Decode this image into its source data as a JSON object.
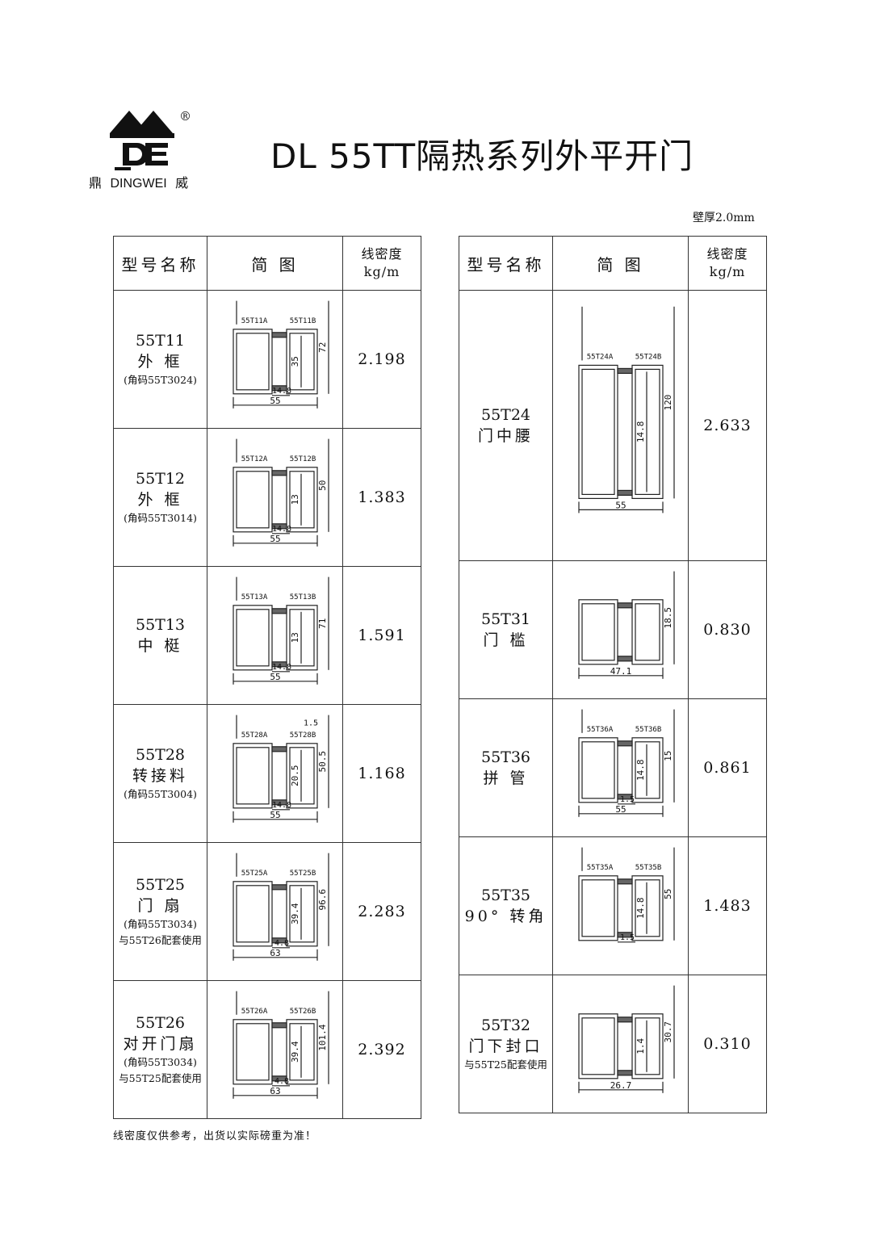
{
  "header": {
    "brand_cn_left": "鼎",
    "brand_en": "DINGWEI",
    "brand_cn_right": "威",
    "registered_mark": "®",
    "title": "DL 55TT隔热系列外平开门",
    "wall_thickness": "壁厚2.0mm"
  },
  "table_headers": {
    "model": "型号名称",
    "diagram": "简 图",
    "density": "线密度",
    "density_unit": "kg/m"
  },
  "left_rows": [
    {
      "code": "55T11",
      "name": "外 框",
      "notes": [
        "(角码55T3024)"
      ],
      "density": "2.198",
      "parts": [
        "55T11A",
        "55T11B"
      ],
      "dims": {
        "width": "55",
        "height": "72",
        "inner": [
          "35",
          "14.8"
        ]
      }
    },
    {
      "code": "55T12",
      "name": "外 框",
      "notes": [
        "(角码55T3014)"
      ],
      "density": "1.383",
      "parts": [
        "55T12A",
        "55T12B"
      ],
      "dims": {
        "width": "55",
        "height": "50",
        "inner": [
          "13",
          "14.8"
        ]
      }
    },
    {
      "code": "55T13",
      "name": "中 梃",
      "notes": [],
      "density": "1.591",
      "parts": [
        "55T13A",
        "55T13B"
      ],
      "dims": {
        "width": "55",
        "height": "71",
        "inner": [
          "13",
          "14.8"
        ]
      }
    },
    {
      "code": "55T28",
      "name": "转接料",
      "notes": [
        "(角码55T3004)"
      ],
      "density": "1.168",
      "parts": [
        "55T28A",
        "55T28B"
      ],
      "dims": {
        "width": "55",
        "height": "50.5",
        "inner": [
          "20.5",
          "14.8",
          "1.5"
        ]
      }
    },
    {
      "code": "55T25",
      "name": "门 扇",
      "notes": [
        "(角码55T3034)",
        "与55T26配套使用"
      ],
      "density": "2.283",
      "parts": [
        "55T25A",
        "55T25B"
      ],
      "dims": {
        "width": "63",
        "height": "96.6",
        "inner": [
          "39.4",
          "4.8"
        ]
      }
    },
    {
      "code": "55T26",
      "name": "对开门扇",
      "notes": [
        "(角码55T3034)",
        "与55T25配套使用"
      ],
      "density": "2.392",
      "parts": [
        "55T26A",
        "55T26B"
      ],
      "dims": {
        "width": "63",
        "height": "101.4",
        "inner": [
          "39.4",
          "4.8"
        ]
      }
    }
  ],
  "right_rows": [
    {
      "code": "55T24",
      "name": "门中腰",
      "notes": [],
      "density": "2.633",
      "parts": [
        "55T24A",
        "55T24B"
      ],
      "dims": {
        "width": "55",
        "height": "120",
        "inner": [
          "14.8"
        ]
      }
    },
    {
      "code": "55T31",
      "name": "门 槛",
      "notes": [],
      "density": "0.830",
      "parts": [],
      "dims": {
        "width": "47.1",
        "height": "18.5",
        "inner": []
      }
    },
    {
      "code": "55T36",
      "name": "拼 管",
      "notes": [],
      "density": "0.861",
      "parts": [
        "55T36A",
        "55T36B"
      ],
      "dims": {
        "width": "55",
        "height": "15",
        "inner": [
          "14.8",
          "1.5"
        ]
      }
    },
    {
      "code": "55T35",
      "name": "90° 转角",
      "notes": [],
      "density": "1.483",
      "parts": [
        "55T35A",
        "55T35B"
      ],
      "dims": {
        "width": "",
        "height": "55",
        "inner": [
          "14.8",
          "1.5"
        ]
      }
    },
    {
      "code": "55T32",
      "name": "门下封口",
      "notes": [
        "与55T25配套使用"
      ],
      "density": "0.310",
      "parts": [],
      "dims": {
        "width": "26.7",
        "height": "30.7",
        "inner": [
          "1.4"
        ]
      }
    }
  ],
  "footnote": "线密度仅供参考，出货以实际磅重为准！"
}
